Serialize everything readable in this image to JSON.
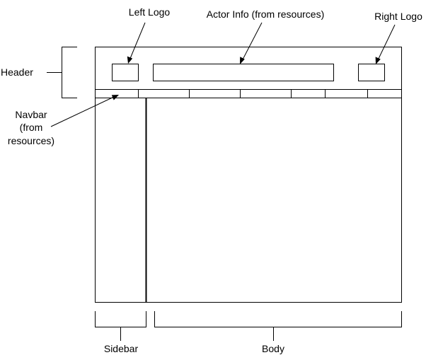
{
  "labels": {
    "left_logo": "Left Logo",
    "actor_info": "Actor Info (from resources)",
    "right_logo": "Right Logo",
    "header": "Header",
    "navbar": [
      "Navbar",
      "(from",
      "resources)"
    ],
    "sidebar": "Sidebar",
    "body": "Body"
  },
  "navbar_cells": 7
}
